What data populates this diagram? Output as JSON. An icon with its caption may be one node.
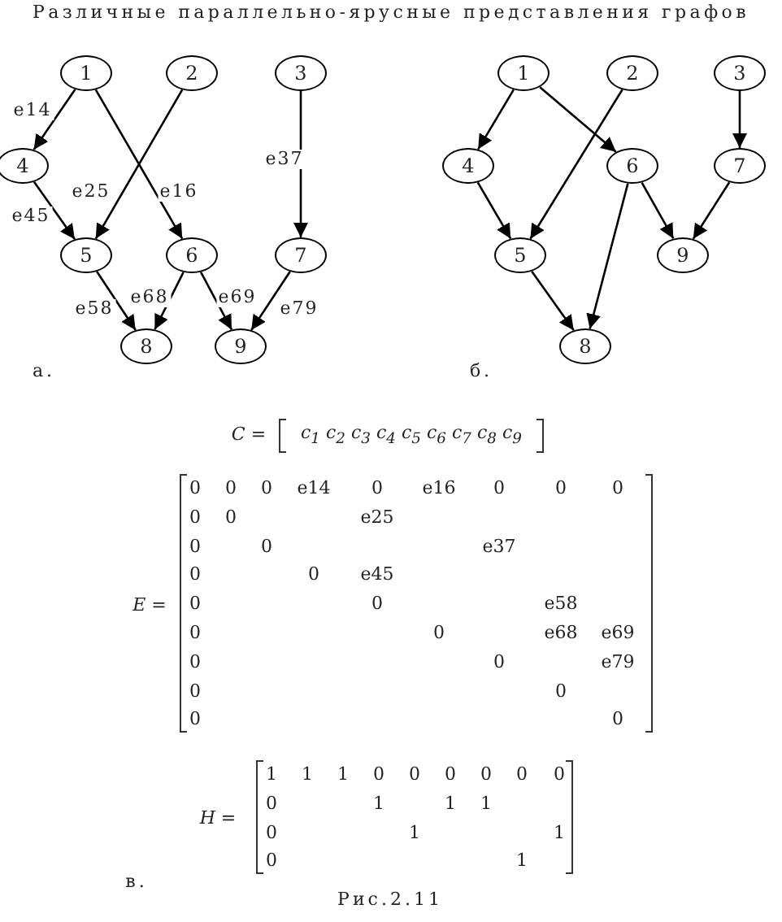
{
  "diagram": {
    "title": "Различные параллельно-ярусные представления графов",
    "caption": "Рис.2.11",
    "nodes": [
      {
        "text": [
          "1"
        ]
      },
      {
        "text": [
          "2"
        ]
      },
      {
        "text": [
          "3"
        ]
      },
      {
        "text": [
          "4"
        ]
      },
      {
        "text": [
          "5"
        ]
      },
      {
        "text": [
          "6"
        ]
      },
      {
        "text": [
          "7"
        ]
      },
      {
        "text": [
          "8"
        ]
      },
      {
        "text": [
          "9"
        ]
      },
      {
        "text": [
          "1"
        ]
      },
      {
        "text": [
          "2"
        ]
      },
      {
        "text": [
          "3"
        ]
      },
      {
        "text": [
          "4"
        ]
      },
      {
        "text": [
          "6"
        ]
      },
      {
        "text": [
          "7"
        ]
      },
      {
        "text": [
          "5"
        ]
      },
      {
        "text": [
          "9"
        ]
      },
      {
        "text": [
          "8"
        ]
      }
    ],
    "edges": [
      {
        "from": 0,
        "to": 3,
        "arrow": "to",
        "label": "e14"
      },
      {
        "from": 1,
        "to": 4,
        "arrow": "to",
        "label": "e25"
      },
      {
        "from": 0,
        "to": 5,
        "arrow": "to",
        "label": "e16"
      },
      {
        "from": 2,
        "to": 6,
        "arrow": "to",
        "label": "e37"
      },
      {
        "from": 3,
        "to": 4,
        "arrow": "to",
        "label": "e45"
      },
      {
        "from": 4,
        "to": 7,
        "arrow": "to",
        "label": "e58"
      },
      {
        "from": 5,
        "to": 7,
        "arrow": "to",
        "label": "e68"
      },
      {
        "from": 5,
        "to": 8,
        "arrow": "to",
        "label": "e69"
      },
      {
        "from": 6,
        "to": 8,
        "arrow": "to",
        "label": "e79"
      },
      {
        "from": 9,
        "to": 12,
        "arrow": "to"
      },
      {
        "from": 9,
        "to": 13,
        "arrow": "to"
      },
      {
        "from": 10,
        "to": 15,
        "arrow": "to"
      },
      {
        "from": 11,
        "to": 14,
        "arrow": "to"
      },
      {
        "from": 12,
        "to": 15,
        "arrow": "to"
      },
      {
        "from": 13,
        "to": 16,
        "arrow": "to"
      },
      {
        "from": 14,
        "to": 16,
        "arrow": "to"
      },
      {
        "from": 13,
        "to": 17,
        "arrow": "to"
      },
      {
        "from": 15,
        "to": 17,
        "arrow": "to"
      }
    ],
    "labels": [
      "а.",
      "б.",
      "C =",
      "c$_{1}$ c$_{2}$ c$_{3}$ c$_{4}$ c$_{5}$ c$_{6}$ c$_{7}$ c$_{8}$ c$_{9}$",
      "E =",
      "0",
      "0",
      "0",
      "e14",
      "0",
      "e16",
      "0",
      "0",
      "0",
      "0",
      "0",
      "e25",
      "0",
      "0",
      "e37",
      "0",
      "0",
      "e45",
      "0",
      "0",
      "e58",
      "0",
      "0",
      "e68",
      "e69",
      "0",
      "0",
      "e79",
      "0",
      "0",
      "0",
      "0",
      "H =",
      "1",
      "1",
      "1",
      "0",
      "0",
      "0",
      "0",
      "0",
      "0",
      "0",
      "1",
      "1",
      "1",
      "0",
      "1",
      "1",
      "0",
      "1",
      "в."
    ]
  }
}
